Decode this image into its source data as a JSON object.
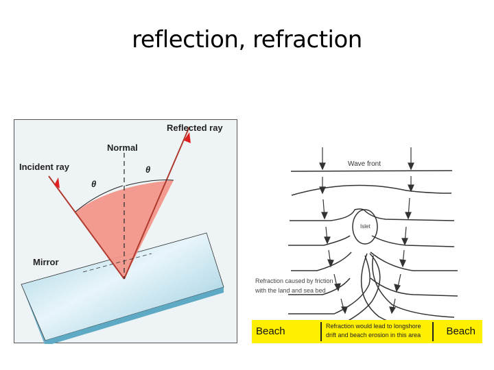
{
  "slide": {
    "title": "reflection, refraction"
  },
  "reflection_diagram": {
    "labels": {
      "incident_ray": "Incident ray",
      "reflected_ray": "Reflected ray",
      "normal": "Normal",
      "mirror": "Mirror",
      "angle_left": "θ",
      "angle_right": "θ"
    },
    "colors": {
      "ray": "#c0392b",
      "wedge": "#f2968a",
      "mirror": "#a9d6e5",
      "background": "#eef4f6"
    }
  },
  "refraction_diagram": {
    "labels": {
      "wave_front": "Wave front",
      "islet": "Islet",
      "friction_note_line1": "Refraction caused by friction",
      "friction_note_line2": "with the land and sea bed",
      "beach_left": "Beach",
      "beach_right": "Beach",
      "erosion_note_line1": "Refraction would lead to longshore",
      "erosion_note_line2": "drift and beach erosion in this area"
    },
    "colors": {
      "beach": "#ffef00",
      "lines": "#333333"
    }
  }
}
